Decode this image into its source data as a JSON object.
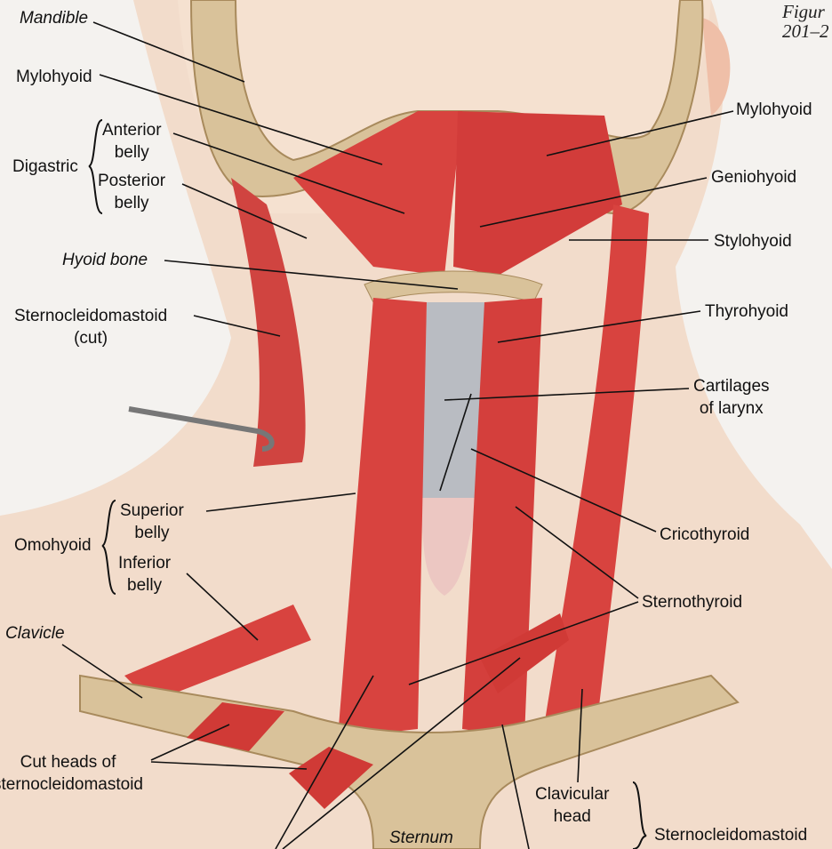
{
  "figure_ref": {
    "line1": "Figur",
    "line2": "201–2"
  },
  "labels": {
    "mandible": "Mandible",
    "mylohyoid_left": "Mylohyoid",
    "digastric": "Digastric",
    "anterior_belly_1": "Anterior",
    "anterior_belly_2": "belly",
    "posterior_belly_1": "Posterior",
    "posterior_belly_2": "belly",
    "hyoid_bone": "Hyoid bone",
    "scm_cut_1": "Sternocleidomastoid",
    "scm_cut_2": "(cut)",
    "omohyoid": "Omohyoid",
    "superior_belly_1": "Superior",
    "superior_belly_2": "belly",
    "inferior_belly_1": "Inferior",
    "inferior_belly_2": "belly",
    "clavicle": "Clavicle",
    "cut_heads_1": "Cut heads of",
    "cut_heads_2": "sternocleidomastoid",
    "sternum": "Sternum",
    "mylohyoid_right": "Mylohyoid",
    "geniohyoid": "Geniohyoid",
    "stylohyoid": "Stylohyoid",
    "thyrohyoid": "Thyrohyoid",
    "cartilages_1": "Cartilages",
    "cartilages_2": "of larynx",
    "cricothyroid": "Cricothyroid",
    "sternothyroid": "Sternothyroid",
    "clavicular_head_1": "Clavicular",
    "clavicular_head_2": "head",
    "scm_bottom": "Sternocleidomastoid"
  },
  "colors": {
    "muscle": "#d8433f",
    "bone": "#d9c29a",
    "skin": "#f2dccb",
    "cartilage": "#b9bcc2"
  }
}
